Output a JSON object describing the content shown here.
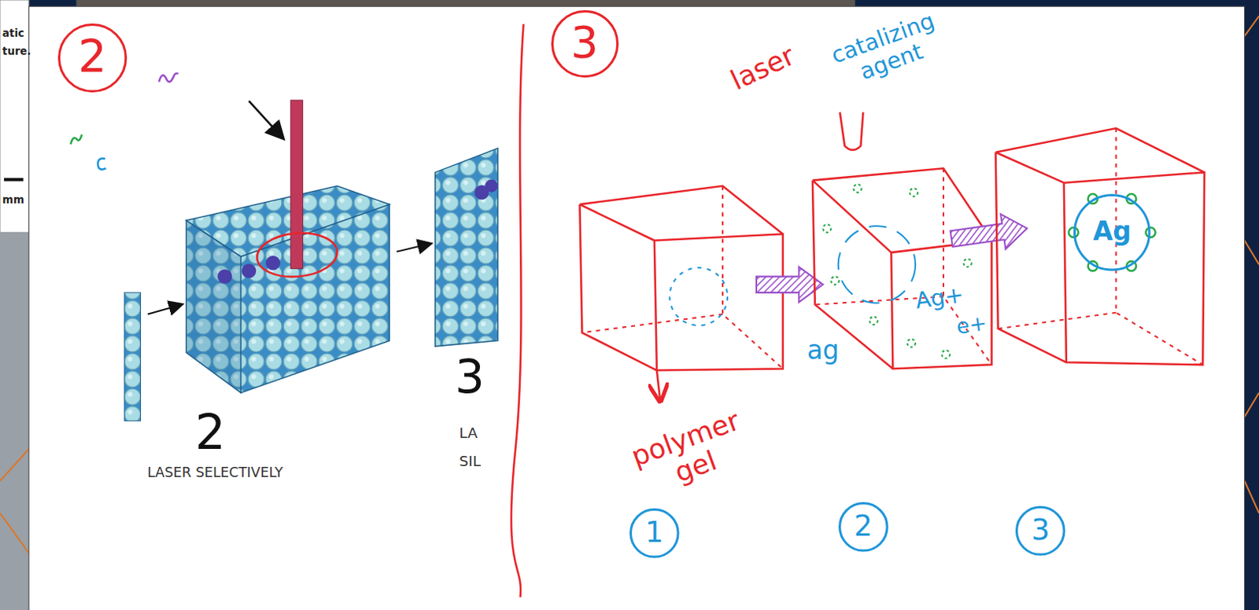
{
  "diagram": {
    "nodes": [
      {
        "text": [
          "2"
        ]
      },
      {
        "text": [
          "3"
        ]
      },
      {
        "text": [
          "Ag"
        ]
      },
      {
        "text": [
          "1"
        ]
      },
      {
        "text": [
          "2"
        ]
      },
      {
        "text": [
          "3"
        ]
      }
    ],
    "labels": [
      "atic",
      "ture.",
      "mm",
      "2",
      "LASER SELECTIVELY",
      "3",
      "LA",
      "SIL",
      "laser",
      "catalizing agent",
      "ag",
      "Ag+",
      "e+",
      "polymer gel"
    ]
  }
}
